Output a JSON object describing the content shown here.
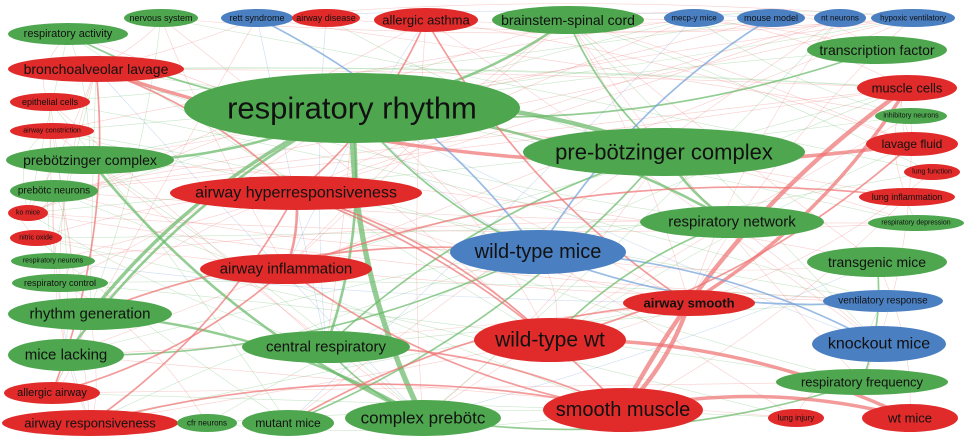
{
  "colors": {
    "green": "#4ea64f",
    "red": "#e12a2a",
    "blue": "#4a7fc1",
    "edge_green": "#66b866",
    "edge_red": "#ee7070",
    "edge_blue": "#6f9fd8"
  },
  "nodes": [
    {
      "id": "nervous-system",
      "label": "nervous system",
      "color": "green",
      "weight": 1
    },
    {
      "id": "rett-syndrome",
      "label": "rett syndrome",
      "color": "blue",
      "weight": 1
    },
    {
      "id": "airway-disease",
      "label": "airway disease",
      "color": "red",
      "weight": 1
    },
    {
      "id": "allergic-asthma",
      "label": "allergic asthma",
      "color": "red",
      "weight": 2
    },
    {
      "id": "brainstem-spinal-cord",
      "label": "brainstem-spinal cord",
      "color": "green",
      "weight": 3
    },
    {
      "id": "mecp2-y-mice",
      "label": "mecp-y mice",
      "color": "blue",
      "weight": 1
    },
    {
      "id": "mouse-model",
      "label": "mouse model",
      "color": "blue",
      "weight": 1
    },
    {
      "id": "nt-neurons",
      "label": "nt neurons",
      "color": "blue",
      "weight": 1
    },
    {
      "id": "hypoxic-ventilatory",
      "label": "hypoxic ventilatory",
      "color": "blue",
      "weight": 1
    },
    {
      "id": "respiratory-activity",
      "label": "respiratory activity",
      "color": "green",
      "weight": 2
    },
    {
      "id": "transcription-factor",
      "label": "transcription factor",
      "color": "green",
      "weight": 3
    },
    {
      "id": "bronchoalveolar-lavage",
      "label": "bronchoalveolar lavage",
      "color": "red",
      "weight": 3
    },
    {
      "id": "muscle-cells",
      "label": "muscle cells",
      "color": "red",
      "weight": 3
    },
    {
      "id": "respiratory-rhythm",
      "label": "respiratory rhythm",
      "color": "green",
      "weight": 10
    },
    {
      "id": "epithelial-cells",
      "label": "epithelial cells",
      "color": "red",
      "weight": 1
    },
    {
      "id": "inhibitory-neurons",
      "label": "inhibitory neurons",
      "color": "green",
      "weight": 1
    },
    {
      "id": "airway-constriction",
      "label": "airway constriction",
      "color": "red",
      "weight": 1
    },
    {
      "id": "lavage-fluid",
      "label": "lavage fluid",
      "color": "red",
      "weight": 2
    },
    {
      "id": "pre-botzinger-complex-big",
      "label": "pre-bötzinger complex",
      "color": "green",
      "weight": 7
    },
    {
      "id": "prebotzinger-complex",
      "label": "prebötzinger complex",
      "color": "green",
      "weight": 3
    },
    {
      "id": "lung-function",
      "label": "lung function",
      "color": "red",
      "weight": 1
    },
    {
      "id": "prebotc-neurons",
      "label": "prebötc neurons",
      "color": "green",
      "weight": 2
    },
    {
      "id": "airway-hyperresponsiveness",
      "label": "airway hyperresponsiveness",
      "color": "red",
      "weight": 5
    },
    {
      "id": "lung-inflammation",
      "label": "lung inflammation",
      "color": "red",
      "weight": 2
    },
    {
      "id": "ko-mice",
      "label": "ko mice",
      "color": "red",
      "weight": 1
    },
    {
      "id": "respiratory-network",
      "label": "respiratory network",
      "color": "green",
      "weight": 4
    },
    {
      "id": "respiratory-depression",
      "label": "respiratory depression",
      "color": "green",
      "weight": 1
    },
    {
      "id": "nitric-oxide",
      "label": "nitric oxide",
      "color": "red",
      "weight": 1
    },
    {
      "id": "wild-type-mice",
      "label": "wild-type mice",
      "color": "blue",
      "weight": 7
    },
    {
      "id": "respiratory-neurons",
      "label": "respiratory neurons",
      "color": "green",
      "weight": 1
    },
    {
      "id": "airway-inflammation",
      "label": "airway inflammation",
      "color": "red",
      "weight": 4
    },
    {
      "id": "transgenic-mice",
      "label": "transgenic mice",
      "color": "green",
      "weight": 3
    },
    {
      "id": "respiratory-control",
      "label": "respiratory control",
      "color": "green",
      "weight": 1
    },
    {
      "id": "airway-smooth",
      "label": "airway smooth",
      "color": "red",
      "weight": 3
    },
    {
      "id": "ventilatory-response",
      "label": "ventilatory response",
      "color": "blue",
      "weight": 2
    },
    {
      "id": "rhythm-generation",
      "label": "rhythm generation",
      "color": "green",
      "weight": 4
    },
    {
      "id": "wild-type-wt",
      "label": "wild-type wt",
      "color": "red",
      "weight": 6
    },
    {
      "id": "knockout-mice",
      "label": "knockout mice",
      "color": "blue",
      "weight": 4
    },
    {
      "id": "central-respiratory",
      "label": "central respiratory",
      "color": "green",
      "weight": 4
    },
    {
      "id": "mice-lacking",
      "label": "mice lacking",
      "color": "green",
      "weight": 4
    },
    {
      "id": "respiratory-frequency",
      "label": "respiratory frequency",
      "color": "green",
      "weight": 3
    },
    {
      "id": "allergic-airway",
      "label": "allergic airway",
      "color": "red",
      "weight": 2
    },
    {
      "id": "airway-responsiveness",
      "label": "airway responsiveness",
      "color": "red",
      "weight": 3
    },
    {
      "id": "cfr-neurons",
      "label": "cfr neurons",
      "color": "green",
      "weight": 1
    },
    {
      "id": "mutant-mice",
      "label": "mutant mice",
      "color": "green",
      "weight": 2
    },
    {
      "id": "complex-prebotc",
      "label": "complex prebötc",
      "color": "green",
      "weight": 5
    },
    {
      "id": "smooth-muscle",
      "label": "smooth muscle",
      "color": "red",
      "weight": 6
    },
    {
      "id": "lung-injury",
      "label": "lung injury",
      "color": "red",
      "weight": 1
    },
    {
      "id": "wt-mice",
      "label": "wt mice",
      "color": "red",
      "weight": 3
    }
  ],
  "edges": [
    {
      "source": "respiratory-rhythm",
      "target": "complex-prebotc",
      "color": "green",
      "weight": 5
    },
    {
      "source": "respiratory-rhythm",
      "target": "pre-botzinger-complex-big",
      "color": "green",
      "weight": 4
    },
    {
      "source": "respiratory-rhythm",
      "target": "rhythm-generation",
      "color": "green",
      "weight": 3
    },
    {
      "source": "respiratory-rhythm",
      "target": "prebotzinger-complex",
      "color": "green",
      "weight": 2
    },
    {
      "source": "respiratory-rhythm",
      "target": "brainstem-spinal-cord",
      "color": "green",
      "weight": 2
    },
    {
      "source": "respiratory-rhythm",
      "target": "central-respiratory",
      "color": "green",
      "weight": 2
    },
    {
      "source": "respiratory-rhythm",
      "target": "mice-lacking",
      "color": "green",
      "weight": 2
    },
    {
      "source": "respiratory-rhythm",
      "target": "respiratory-network",
      "color": "green",
      "weight": 2
    },
    {
      "source": "respiratory-rhythm",
      "target": "transcription-factor",
      "color": "green",
      "weight": 1
    },
    {
      "source": "respiratory-rhythm",
      "target": "respiratory-activity",
      "color": "green",
      "weight": 1
    },
    {
      "source": "respiratory-rhythm",
      "target": "wild-type-mice",
      "color": "green",
      "weight": 1
    },
    {
      "source": "pre-botzinger-complex-big",
      "target": "mutant-mice",
      "color": "green",
      "weight": 1
    },
    {
      "source": "pre-botzinger-complex-big",
      "target": "respiratory-network",
      "color": "green",
      "weight": 2
    },
    {
      "source": "pre-botzinger-complex-big",
      "target": "brainstem-spinal-cord",
      "color": "green",
      "weight": 1
    },
    {
      "source": "pre-botzinger-complex-big",
      "target": "central-respiratory",
      "color": "green",
      "weight": 1
    },
    {
      "source": "complex-prebotc",
      "target": "prebotzinger-complex",
      "color": "green",
      "weight": 2
    },
    {
      "source": "complex-prebotc",
      "target": "rhythm-generation",
      "color": "green",
      "weight": 2
    },
    {
      "source": "complex-prebotc",
      "target": "central-respiratory",
      "color": "green",
      "weight": 1
    },
    {
      "source": "complex-prebotc",
      "target": "respiratory-frequency",
      "color": "green",
      "weight": 1
    },
    {
      "source": "transgenic-mice",
      "target": "respiratory-frequency",
      "color": "green",
      "weight": 1
    },
    {
      "source": "mice-lacking",
      "target": "wild-type-mice",
      "color": "green",
      "weight": 1
    },
    {
      "source": "smooth-muscle",
      "target": "muscle-cells",
      "color": "red",
      "weight": 4
    },
    {
      "source": "smooth-muscle",
      "target": "airway-smooth",
      "color": "red",
      "weight": 4
    },
    {
      "source": "smooth-muscle",
      "target": "wt-mice",
      "color": "red",
      "weight": 3
    },
    {
      "source": "airway-smooth",
      "target": "muscle-cells",
      "color": "red",
      "weight": 3
    },
    {
      "source": "wild-type-wt",
      "target": "wt-mice",
      "color": "red",
      "weight": 3
    },
    {
      "source": "wild-type-wt",
      "target": "airway-hyperresponsiveness",
      "color": "red",
      "weight": 1
    },
    {
      "source": "airway-hyperresponsiveness",
      "target": "airway-inflammation",
      "color": "red",
      "weight": 2
    },
    {
      "source": "airway-hyperresponsiveness",
      "target": "allergic-asthma",
      "color": "red",
      "weight": 1
    },
    {
      "source": "airway-hyperresponsiveness",
      "target": "smooth-muscle",
      "color": "red",
      "weight": 1
    },
    {
      "source": "airway-hyperresponsiveness",
      "target": "bronchoalveolar-lavage",
      "color": "red",
      "weight": 1
    },
    {
      "source": "airway-hyperresponsiveness",
      "target": "airway-responsiveness",
      "color": "red",
      "weight": 1
    },
    {
      "source": "bronchoalveolar-lavage",
      "target": "lavage-fluid",
      "color": "red",
      "weight": 3
    },
    {
      "source": "bronchoalveolar-lavage",
      "target": "allergic-airway",
      "color": "red",
      "weight": 1
    },
    {
      "source": "airway-inflammation",
      "target": "smooth-muscle",
      "color": "red",
      "weight": 1
    },
    {
      "source": "airway-inflammation",
      "target": "lung-inflammation",
      "color": "red",
      "weight": 1
    },
    {
      "source": "allergic-asthma",
      "target": "airway-smooth",
      "color": "red",
      "weight": 1
    },
    {
      "source": "airway-responsiveness",
      "target": "smooth-muscle",
      "color": "red",
      "weight": 1
    },
    {
      "source": "allergic-airway",
      "target": "airway-inflammation",
      "color": "red",
      "weight": 1
    },
    {
      "source": "wild-type-mice",
      "target": "knockout-mice",
      "color": "blue",
      "weight": 1
    },
    {
      "source": "wild-type-mice",
      "target": "ventilatory-response",
      "color": "blue",
      "weight": 1
    },
    {
      "source": "wild-type-mice",
      "target": "mouse-model",
      "color": "blue",
      "weight": 1
    },
    {
      "source": "wild-type-mice",
      "target": "rett-syndrome",
      "color": "blue",
      "weight": 1
    },
    {
      "source": "central-respiratory",
      "target": "smooth-muscle",
      "color": "red",
      "weight": 1
    },
    {
      "source": "wild-type-wt",
      "target": "lavage-fluid",
      "color": "red",
      "weight": 1
    },
    {
      "source": "mutant-mice",
      "target": "airway-smooth",
      "color": "red",
      "weight": 1
    },
    {
      "source": "respiratory-network",
      "target": "wild-type-wt",
      "color": "green",
      "weight": 1
    },
    {
      "source": "rhythm-generation",
      "target": "wild-type-mice",
      "color": "red",
      "weight": 1
    }
  ]
}
